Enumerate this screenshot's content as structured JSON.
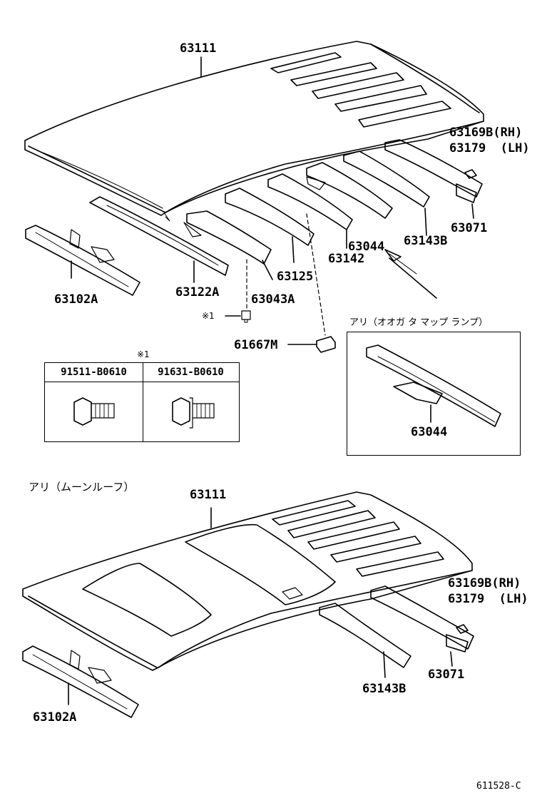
{
  "top_assembly": {
    "roof_panel": "63111",
    "visor_rh": "63169B(RH)",
    "visor_lh": "63179  (LH)",
    "rail_rear": "63071",
    "bow_63143b": "63143B",
    "bow_63044": "63044",
    "bow_63142": "63142",
    "bow_63125": "63125",
    "bow_63043a": "63043A",
    "bow_63122a": "63122A",
    "front_header": "63102A",
    "marker_1": "※1",
    "part_61667m": "61667M"
  },
  "bolt_table": {
    "note": "※1",
    "col1": "91511-B0610",
    "col2": "91631-B0610"
  },
  "map_lamp_inset": {
    "title": "アリ（オオガ タ マップ ランプ）",
    "part": "63044"
  },
  "moonroof_assembly": {
    "title": "アリ（ムーンルーフ）",
    "roof_panel": "63111",
    "visor_rh": "63169B(RH)",
    "visor_lh": "63179  (LH)",
    "rail_rear": "63071",
    "bow_63143b": "63143B",
    "front_header": "63102A"
  },
  "diagram_code": "611528-C"
}
